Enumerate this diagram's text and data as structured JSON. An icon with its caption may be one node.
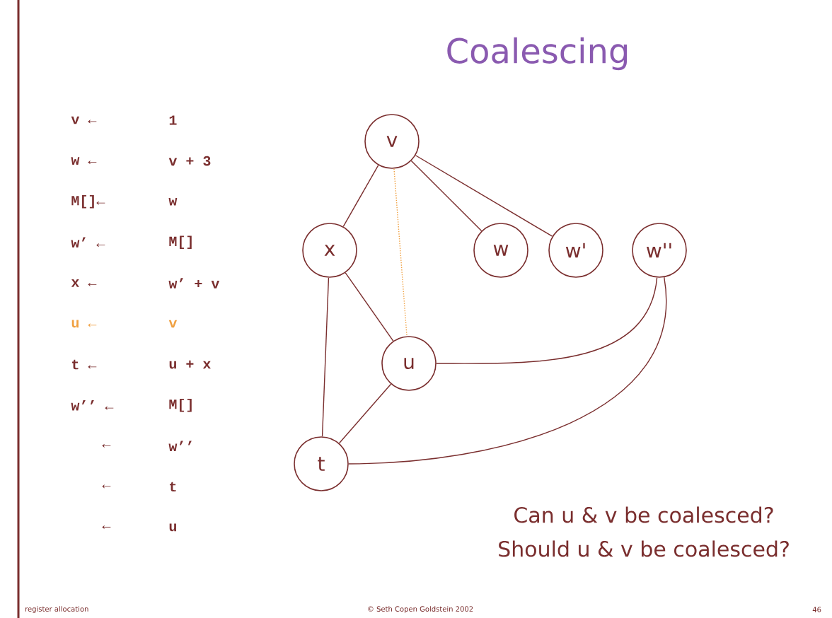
{
  "diagram": {
    "title": "Coalescing",
    "nodes": [
      {
        "text": [
          "v"
        ]
      },
      {
        "text": [
          "x"
        ]
      },
      {
        "text": [
          "w"
        ]
      },
      {
        "text": [
          "w'"
        ]
      },
      {
        "text": [
          "w''"
        ]
      },
      {
        "text": [
          "u"
        ]
      },
      {
        "text": [
          "t"
        ]
      }
    ],
    "edges": [
      {
        "from": 0,
        "to": 1,
        "arrow": "none"
      },
      {
        "from": 0,
        "to": 5,
        "arrow": "none",
        "style": "dashed",
        "color": "#f0a040"
      },
      {
        "from": 0,
        "to": 2,
        "arrow": "none"
      },
      {
        "from": 0,
        "to": 3,
        "arrow": "none"
      },
      {
        "from": 1,
        "to": 5,
        "arrow": "none"
      },
      {
        "from": 1,
        "to": 6,
        "arrow": "none"
      },
      {
        "from": 5,
        "to": 6,
        "arrow": "none"
      },
      {
        "from": 5,
        "to": 4,
        "arrow": "none"
      },
      {
        "from": 6,
        "to": 4,
        "arrow": "none"
      }
    ],
    "labels": [
      "v ←",
      "1",
      "w ←",
      "v + 3",
      "M[]←",
      "w",
      "w’ ←",
      "M[]",
      "x ←",
      "w’ + v",
      "u ←",
      "v",
      "t ←",
      "u + x",
      "w’’ ←",
      "M[]",
      "←",
      "w’’",
      "←",
      "t",
      "←",
      "u",
      "Can u & v be coalesced?",
      "Should u & v be coalesced?",
      "register allocation",
      "© Seth Copen Goldstein 2002",
      "46"
    ]
  }
}
